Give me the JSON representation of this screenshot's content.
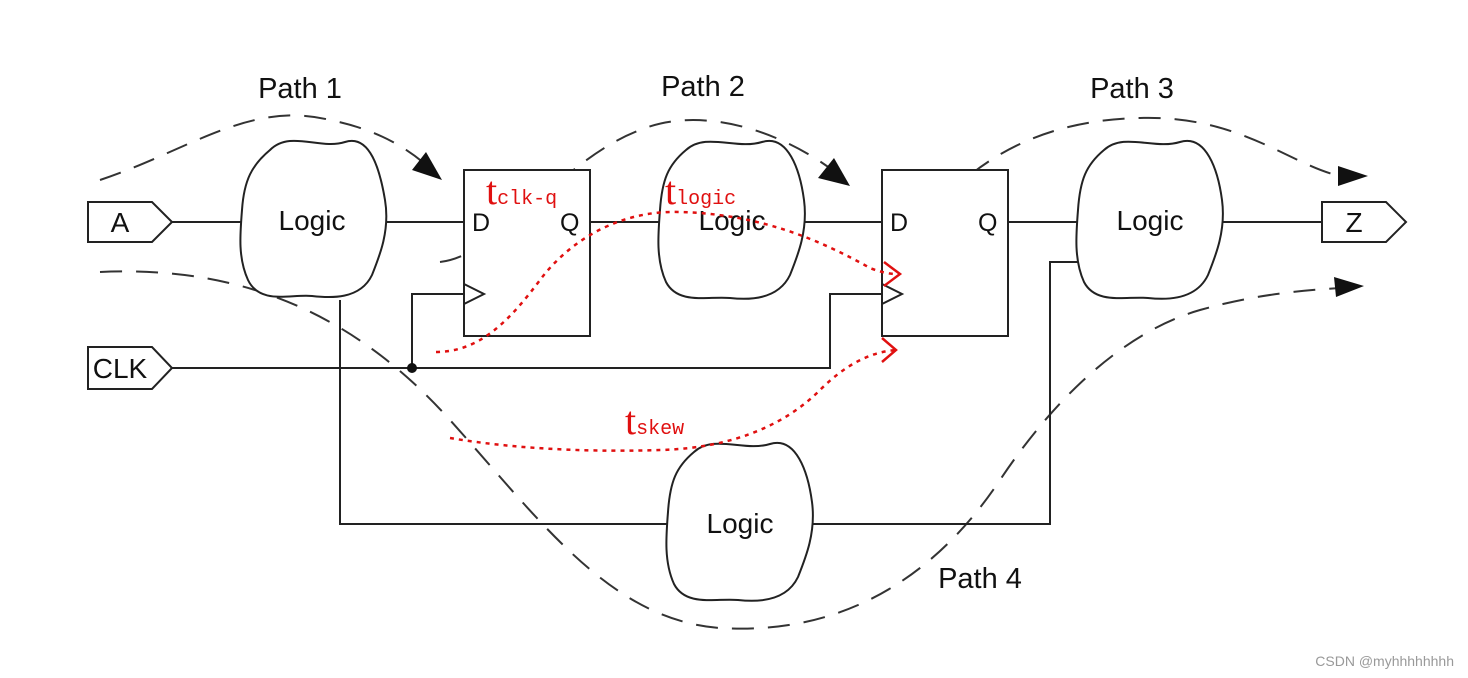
{
  "diagram": {
    "paths": {
      "path1": "Path 1",
      "path2": "Path 2",
      "path3": "Path 3",
      "path4": "Path 4"
    },
    "ports": {
      "input_a": "A",
      "input_clk": "CLK",
      "output_z": "Z"
    },
    "logic_label": "Logic",
    "flipflop": {
      "d_pin": "D",
      "q_pin": "Q"
    },
    "timing": {
      "tclkq_main": "t",
      "tclkq_sub": "clk-q",
      "tlogic_main": "t",
      "tlogic_sub": "logic",
      "tskew_main": "t",
      "tskew_sub": "skew"
    },
    "colors": {
      "annotation": "#e01010",
      "lines": "#222222"
    }
  },
  "watermark": "CSDN @myhhhhhhhh"
}
